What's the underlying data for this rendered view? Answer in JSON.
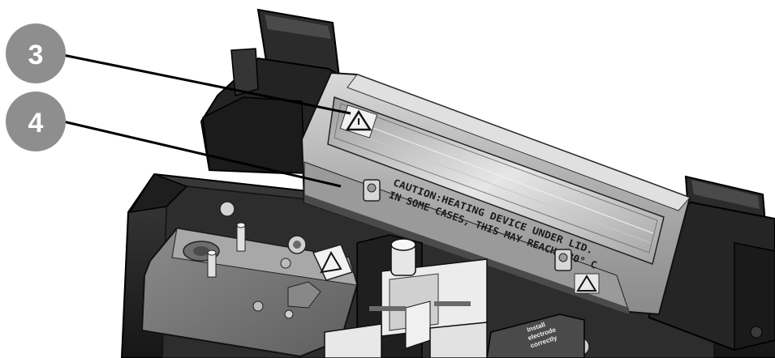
{
  "callouts": [
    {
      "number": "3"
    },
    {
      "number": "4"
    }
  ],
  "heater_warning": {
    "line1": "CAUTION:HEATING DEVICE UNDER LID.",
    "line2": "IN SOME CASES, THIS MAY REACH 230° C"
  },
  "electrode_label": {
    "line1": "Install",
    "line2": "electrode",
    "line3": "correctly"
  },
  "colors": {
    "callout_fill": "#8e8e8e",
    "housing_dark": "#262626",
    "heater_lid": "#b9b9b9",
    "leader_line": "#000000"
  }
}
